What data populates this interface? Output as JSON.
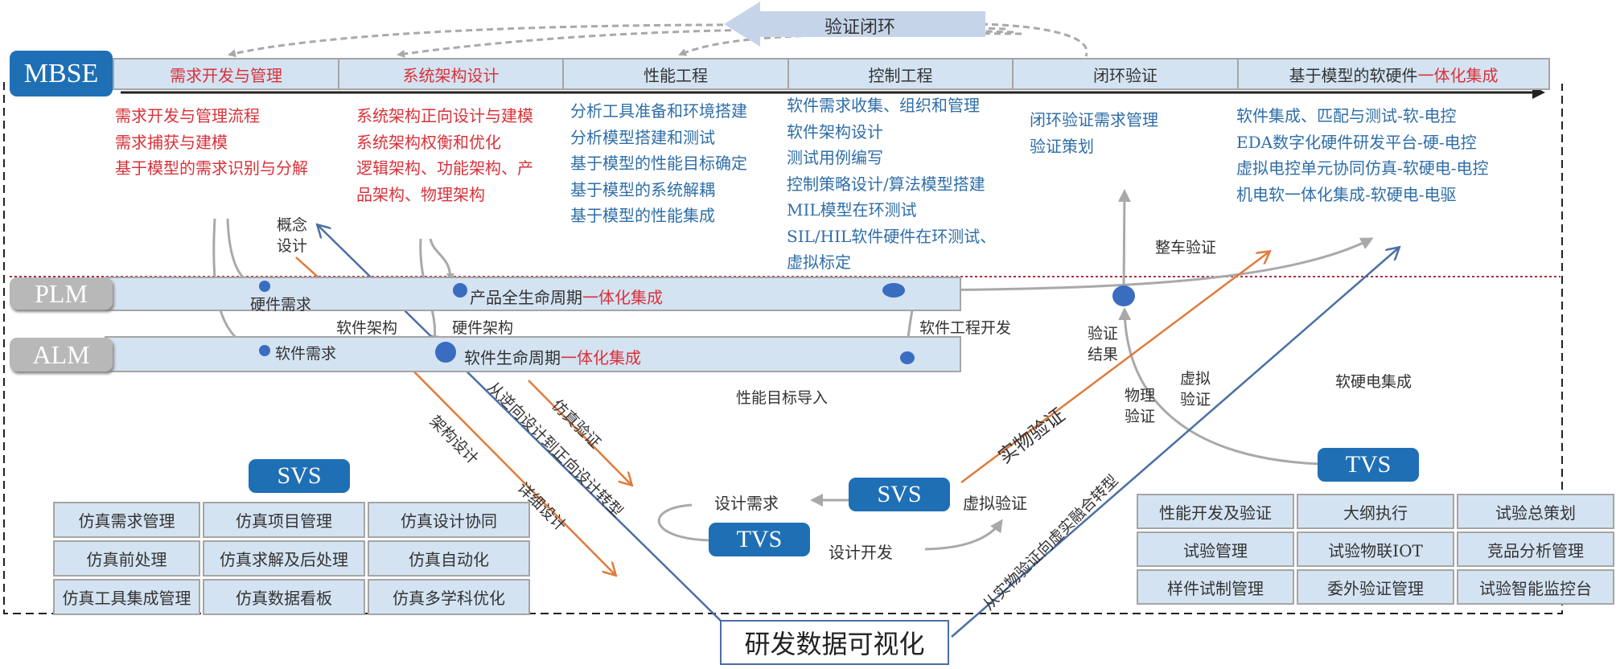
{
  "top_loop": {
    "label": "验证闭环"
  },
  "mbse": {
    "badge": "MBSE",
    "phases": [
      {
        "label": "需求开发与管理",
        "color": "red"
      },
      {
        "label": "系统架构设计",
        "color": "red"
      },
      {
        "label": "性能工程",
        "color": "dark"
      },
      {
        "label": "控制工程",
        "color": "dark"
      },
      {
        "label": "闭环验证",
        "color": "dark"
      },
      {
        "label_main": "基于模型的软硬件",
        "label_highlight": "一体化集成",
        "color": "dark"
      }
    ],
    "details": [
      {
        "items": [
          "需求开发与管理流程",
          "需求捕获与建模",
          "基于模型的需求识别与分解"
        ]
      },
      {
        "items": [
          "系统架构正向设计与建模",
          "系统架构权衡和优化",
          "逻辑架构、功能架构、产",
          "品架构、物理架构"
        ]
      },
      {
        "items": [
          "分析工具准备和环境搭建",
          "分析模型搭建和测试",
          "基于模型的性能目标确定",
          "基于模型的系统解耦",
          "基于模型的性能集成"
        ]
      },
      {
        "items": [
          "软件需求收集、组织和管理",
          "软件架构设计",
          "测试用例编写",
          "控制策略设计/算法模型搭建",
          "MIL模型在环测试",
          "SIL/HIL软件硬件在环测试、",
          "虚拟标定"
        ]
      },
      {
        "items": [
          "闭环验证需求管理",
          "验证策划"
        ]
      },
      {
        "items": [
          "软件集成、匹配与测试-软-电控",
          "EDA数字化硬件研发平台-硬-电控",
          "虚拟电控单元协同仿真-软硬电-电控",
          "机电软一体化集成-软硬电-电驱"
        ]
      }
    ]
  },
  "plm": {
    "badge": "PLM",
    "lane_main": "产品全生命周期",
    "lane_highlight": "一体化集成",
    "hw_req": "硬件需求"
  },
  "alm": {
    "badge": "ALM",
    "lane_main": "软件生命周期",
    "lane_highlight": "一体化集成",
    "sw_req": "软件需求"
  },
  "labels": {
    "concept_design_1": "概念",
    "concept_design_2": "设计",
    "sw_arch": "软件架构",
    "hw_arch": "硬件架构",
    "sw_eng_dev": "软件工程开发",
    "perf_target_import": "性能目标导入",
    "arch_design": "架构设计",
    "detail_design": "详细设计",
    "sim_verify": "仿真验证",
    "reverse_to_forward": "从逆向设计到正向设计转型",
    "physical_verify": "实物验证",
    "physical_to_virtual": "从实物验证向虚实融合转型",
    "vehicle_verify": "整车验证",
    "verify_result_1": "验证",
    "verify_result_2": "结果",
    "phys_verify_1": "物理",
    "phys_verify_2": "验证",
    "virt_verify_1": "虚拟",
    "virt_verify_2": "验证",
    "sw_hw_elec_integration": "软硬电集成",
    "design_req": "设计需求",
    "virtual_verify": "虚拟验证",
    "design_dev": "设计开发"
  },
  "center": {
    "svs": "SVS",
    "tvs": "TVS"
  },
  "svs_panel": {
    "badge": "SVS",
    "cells": [
      "仿真需求管理",
      "仿真项目管理",
      "仿真设计协同",
      "仿真前处理",
      "仿真求解及后处理",
      "仿真自动化",
      "仿真工具集成管理",
      "仿真数据看板",
      "仿真多学科优化"
    ]
  },
  "tvs_panel": {
    "badge": "TVS",
    "cells": [
      "性能开发及验证",
      "大纲执行",
      "试验总策划",
      "试验管理",
      "试验物联IOT",
      "竞品分析管理",
      "样件试制管理",
      "委外验证管理",
      "试验智能监控台"
    ]
  },
  "bottom": {
    "label": "研发数据可视化"
  },
  "colors": {
    "badge_blue": "#1f6fb5",
    "badge_gray": "#b8b8b8",
    "cell_fill": "#d4e3f2",
    "highlight_red": "#d9323a",
    "text_blue": "#2f6ea8",
    "arrow_orange": "#e07b39",
    "arrow_blue": "#4a6fa5",
    "arrow_gray": "#a9a9a9"
  }
}
